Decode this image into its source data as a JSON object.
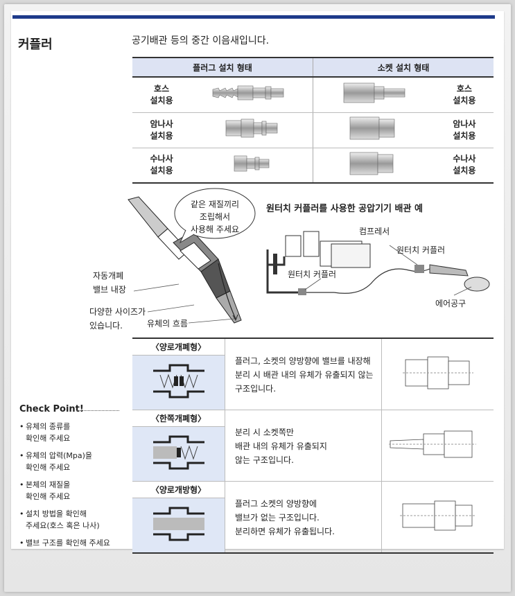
{
  "section_title": "커플러",
  "subtitle": "공기배관 등의 중간 이음새입니다.",
  "install_table": {
    "headers": [
      "플러그 설치 형태",
      "소켓 설치 형태"
    ],
    "rows": [
      {
        "left": "호스\n설치용",
        "right": "호스\n설치용"
      },
      {
        "left": "암나사\n설치용",
        "right": "암나사\n설치용"
      },
      {
        "left": "수나사\n설치용",
        "right": "수나사\n설치용"
      }
    ]
  },
  "coupler_diagram": {
    "bubble": "같은 재질끼리\n조립해서\n사용해 주세요",
    "label_valve": "자동개폐\n밸브 내장",
    "label_sizes": "다양한 사이즈가\n있습니다.",
    "label_flow": "유체의 흐름"
  },
  "sample": {
    "title": "원터치 커플러를 사용한 공압기기 배관 예",
    "compressor": "컴프레서",
    "coupler_a": "원터치 커플러",
    "coupler_b": "원터치 커플러",
    "tool": "에어공구"
  },
  "valve_types": [
    {
      "head": "〈양로개폐형〉",
      "desc": "플러그, 소켓의 양방향에 밸브를 내장해\n분리 시 배관 내의 유체가 유출되지 않는\n구조입니다."
    },
    {
      "head": "〈한쪽개폐형〉",
      "desc": "분리 시 소켓쪽만\n배관 내의 유체가 유출되지\n않는 구조입니다."
    },
    {
      "head": "〈양로개방형〉",
      "desc": "플러그 소켓의 양방향에\n밸브가 없는 구조입니다.\n분리하면 유체가 유출됩니다."
    }
  ],
  "check": {
    "title": "Check Point!",
    "items": [
      "유체의 종류를\n확인해 주세요",
      "유체의 압력(Mpa)을\n확인해 주세요",
      "본체의 재질을\n확인해 주세요",
      "설치 방법을 확인해\n주세요(호스 혹은 나사)",
      "밸브 구조를 확인해 주세요"
    ]
  },
  "colors": {
    "accent": "#1e3a8a",
    "header_bg": "#dde3f3",
    "schematic_bg": "#dfe7f6"
  }
}
